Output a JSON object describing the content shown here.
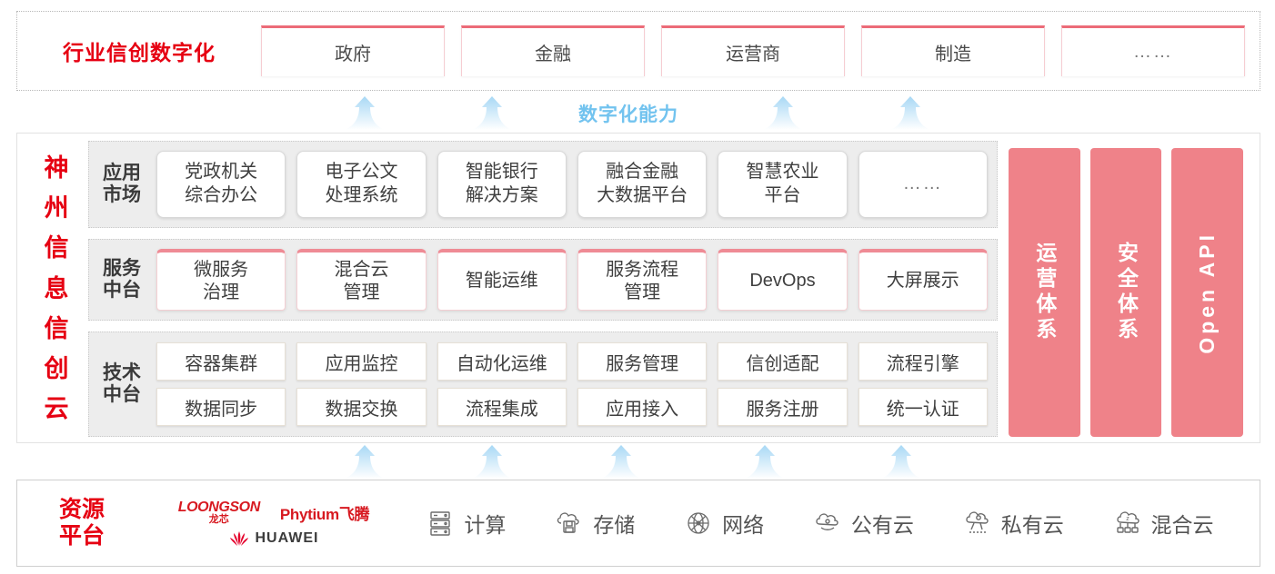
{
  "industry": {
    "title": "行业信创数字化",
    "cards": [
      {
        "label": "政府"
      },
      {
        "label": "金融"
      },
      {
        "label": "运营商"
      },
      {
        "label": "制造"
      },
      {
        "label": "……"
      }
    ]
  },
  "capability": {
    "label": "数字化能力",
    "color": "#72c3ef",
    "arrow_count_top": 4,
    "arrow_count_bottom": 5
  },
  "cloud": {
    "title_chars": [
      "神",
      "州",
      "信",
      "息",
      "信",
      "创",
      "云"
    ],
    "title_color": "#e60012",
    "bands": [
      {
        "name": "app-market",
        "label_lines": [
          "应用",
          "市场"
        ],
        "cards": [
          {
            "lines": [
              "党政机关",
              "综合办公"
            ]
          },
          {
            "lines": [
              "电子公文",
              "处理系统"
            ]
          },
          {
            "lines": [
              "智能银行",
              "解决方案"
            ]
          },
          {
            "lines": [
              "融合金融",
              "大数据平台"
            ]
          },
          {
            "lines": [
              "智慧农业",
              "平台"
            ]
          },
          {
            "lines": [
              "……"
            ]
          }
        ]
      },
      {
        "name": "service-platform",
        "label_lines": [
          "服务",
          "中台"
        ],
        "cards": [
          {
            "lines": [
              "微服务",
              "治理"
            ]
          },
          {
            "lines": [
              "混合云",
              "管理"
            ]
          },
          {
            "lines": [
              "智能运维"
            ]
          },
          {
            "lines": [
              "服务流程",
              "管理"
            ]
          },
          {
            "lines": [
              "DevOps"
            ]
          },
          {
            "lines": [
              "大屏展示"
            ]
          }
        ]
      },
      {
        "name": "tech-platform",
        "label_lines": [
          "技术",
          "中台"
        ],
        "rows": [
          [
            "容器集群",
            "应用监控",
            "自动化运维",
            "服务管理",
            "信创适配",
            "流程引擎"
          ],
          [
            "数据同步",
            "数据交换",
            "流程集成",
            "应用接入",
            "服务注册",
            "统一认证"
          ]
        ]
      }
    ],
    "pillars": [
      {
        "label": "运营体系",
        "latin": false
      },
      {
        "label": "安全体系",
        "latin": false
      },
      {
        "label": "Open API",
        "latin": true
      }
    ],
    "pillar_color": "#ef8289"
  },
  "resource": {
    "title_lines": [
      "资源",
      "平台"
    ],
    "title_color": "#e60012",
    "vendors": {
      "loongson_en": "LOONGSON",
      "loongson_cn": "龙芯",
      "phytium": "Phytium飞腾",
      "huawei": "HUAWEI"
    },
    "items": [
      {
        "label": "计算",
        "icon": "server-icon"
      },
      {
        "label": "存储",
        "icon": "cloud-storage-icon"
      },
      {
        "label": "网络",
        "icon": "network-globe-icon"
      },
      {
        "label": "公有云",
        "icon": "public-cloud-icon"
      },
      {
        "label": "私有云",
        "icon": "private-cloud-icon"
      },
      {
        "label": "混合云",
        "icon": "hybrid-cloud-icon"
      }
    ]
  }
}
